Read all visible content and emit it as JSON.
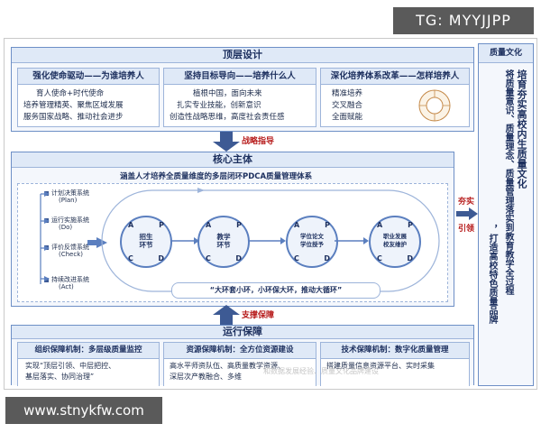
{
  "watermark_top": "TG: MYYJJPP",
  "watermark_bottom": "www.stnykfw.com",
  "top": {
    "title": "顶层设计",
    "cards": [
      {
        "title": "强化使命驱动——为谁培养人",
        "lines": [
          "育人使命+时代使命",
          "培养管理精英、聚焦区域发展",
          "服务国家战略、推动社会进步"
        ]
      },
      {
        "title": "坚持目标导向——培养什么人",
        "lines": [
          "植根中国，面向未来",
          "扎实专业技能，创新意识",
          "创造性战略思维，高度社会责任感"
        ]
      },
      {
        "title": "深化培养体系改革——怎样培养人",
        "lines": [
          "精准培养",
          "交叉融合",
          "全面赋能"
        ]
      }
    ]
  },
  "arrows": {
    "strategy": "战略指导",
    "support": "支撑保障",
    "implement_top": "夯实",
    "implement_bottom": "引领"
  },
  "core": {
    "title": "核心主体",
    "subtitle": "涵盖人才培养全质量维度的多层闭环PDCA质量管理体系",
    "systems": [
      "计划决策系统",
      "(Plan)",
      "运行实施系统",
      "(Do)",
      "评价反馈系统",
      "(Check)",
      "持续改进系统",
      "(Act)"
    ],
    "cycles": [
      {
        "label1": "招生",
        "label2": "环节"
      },
      {
        "label1": "教学",
        "label2": "环节"
      },
      {
        "label1": "学位论文",
        "label2": "学位授予"
      },
      {
        "label1": "职业发展",
        "label2": "校友维护"
      }
    ],
    "quad": {
      "a": "A",
      "p": "P",
      "c": "C",
      "d": "D"
    },
    "slogan": "“大环套小环，小环保大环，推动大循环”"
  },
  "bottom": {
    "title": "运行保障",
    "cards": [
      {
        "title": "组织保障机制：多层级质量监控",
        "lines": [
          "实现“顶层引领、中层把控、",
          "基层落实、协同治理”"
        ]
      },
      {
        "title": "资源保障机制：全方位资源建设",
        "lines": [
          "高水平师资队伍、高质量教学资源、",
          "深层次产教融合、多维"
        ]
      },
      {
        "title": "技术保障机制：数字化质量管理",
        "lines": [
          "搭建质量信息资源平台、实时采集",
          ""
        ]
      }
    ]
  },
  "right": {
    "title": "质量文化",
    "cols": [
      "培育夯实高校内生质量文化",
      "将质量意识、质量理念、质量管理落实到教育教学全过程",
      "，打造高校特色质量品牌"
    ]
  },
  "overlay_text": "和数据发展经验、质量文化品牌建设"
}
